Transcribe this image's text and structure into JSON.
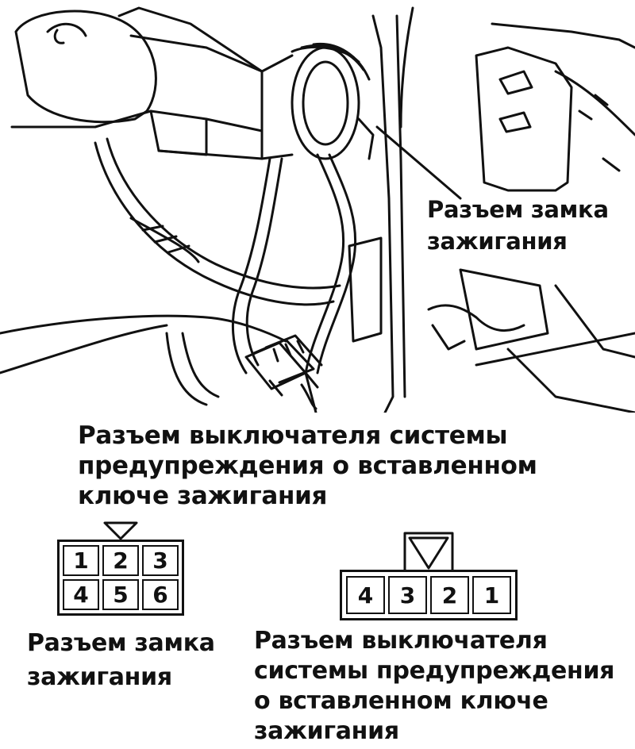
{
  "labels": {
    "ignition_switch_connector_top": [
      "Разъем замка",
      "зажигания"
    ],
    "key_warning_switch_connector_top": [
      "Разъем выключателя системы",
      "предупреждения о вставленном",
      "ключе зажигания"
    ],
    "ignition_switch_connector_bottom": [
      "Разъем замка",
      "зажигания"
    ],
    "key_warning_switch_connector_bottom": [
      "Разъем выключателя",
      "системы предупреждения",
      "о вставленном ключе",
      "зажигания"
    ]
  },
  "connector_6pin": {
    "pins": [
      "1",
      "2",
      "3",
      "4",
      "5",
      "6"
    ]
  },
  "connector_4pin": {
    "pins": [
      "4",
      "3",
      "2",
      "1"
    ]
  },
  "colors": {
    "line": "#111111",
    "background": "#ffffff"
  }
}
